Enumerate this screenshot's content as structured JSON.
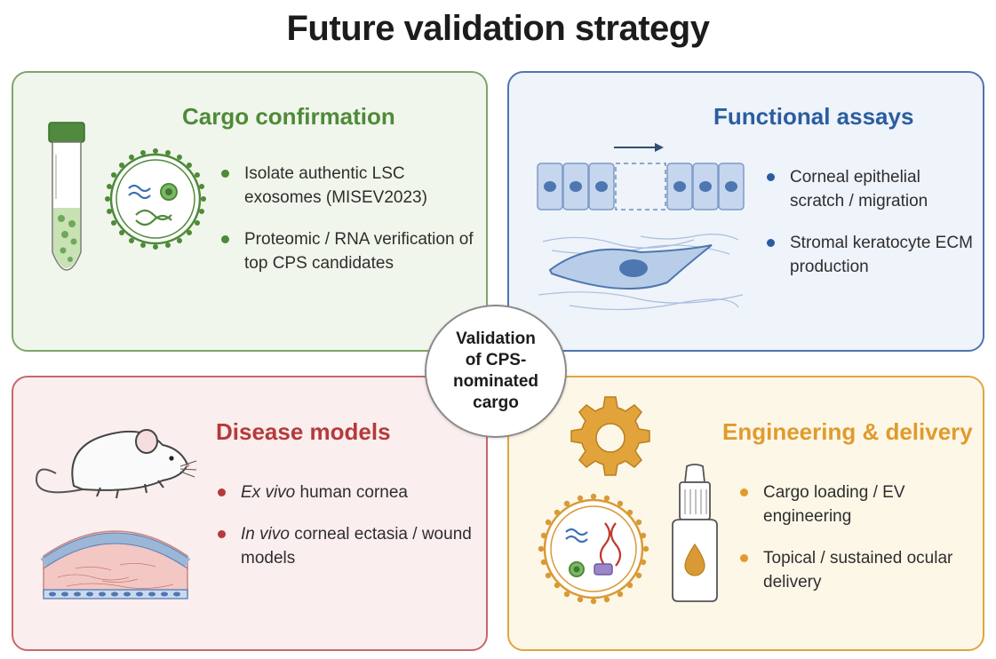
{
  "title": "Future validation strategy",
  "center": {
    "label": "Validation of CPS-nominated cargo"
  },
  "panels": {
    "cargo": {
      "title": "Cargo confirmation",
      "accent": "#4e8a3a",
      "bullets": [
        {
          "text": "Isolate authentic LSC exosomes (MISEV2023)"
        },
        {
          "text": "Proteomic / RNA verification of top CPS candidates"
        }
      ],
      "icons": [
        "test-tube-icon",
        "exosome-icon"
      ]
    },
    "functional": {
      "title": "Functional assays",
      "accent": "#2a5d9f",
      "bullets": [
        {
          "text": "Corneal epithelial scratch / migration"
        },
        {
          "text": "Stromal keratocyte ECM production"
        }
      ],
      "icons": [
        "epithelial-scratch-icon",
        "keratocyte-icon"
      ]
    },
    "disease": {
      "title": "Disease models",
      "accent": "#b53a3a",
      "bullets": [
        {
          "italic": "Ex vivo",
          "rest": " human cornea"
        },
        {
          "italic": "In vivo",
          "rest": " corneal ectasia / wound models"
        }
      ],
      "icons": [
        "mouse-icon",
        "cornea-cross-section-icon"
      ]
    },
    "engineering": {
      "title": "Engineering & delivery",
      "accent": "#e09b2c",
      "bullets": [
        {
          "text": "Cargo loading / EV engineering"
        },
        {
          "text": "Topical / sustained ocular delivery"
        }
      ],
      "icons": [
        "gear-icon",
        "engineered-exosome-icon",
        "eye-drop-bottle-icon"
      ]
    }
  }
}
